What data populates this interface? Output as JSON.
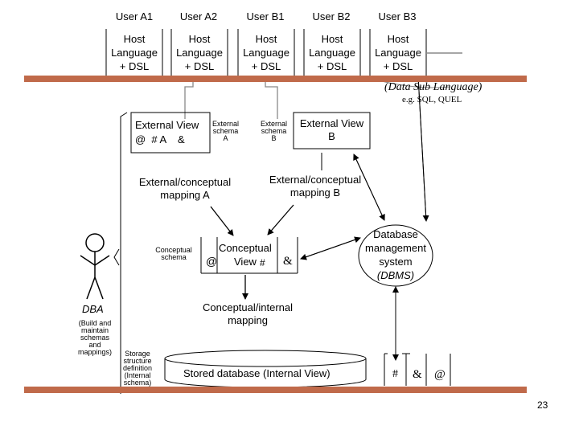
{
  "users": [
    "User A1",
    "User A2",
    "User B1",
    "User B2",
    "User B3"
  ],
  "host_line1": "Host",
  "host_line2": "Language",
  "host_line3": "+ DSL",
  "dsl_label": "(Data Sub Language)",
  "dsl_example": "e.g. SQL, QUEL",
  "ext_view_a": {
    "title": "External View",
    "symbols": "@  # A    &",
    "schema_1": "External",
    "schema_2": "schema",
    "schema_3": "A"
  },
  "ext_view_b": {
    "title_1": "External View",
    "title_2": "B",
    "schema_1": "External",
    "schema_2": "schema",
    "schema_3": "B"
  },
  "map_a": {
    "line1": "External/conceptual",
    "line2": "mapping A"
  },
  "map_b": {
    "line1": "External/conceptual",
    "line2": "mapping B"
  },
  "conceptual": {
    "schema_1": "Conceptual",
    "schema_2": "schema",
    "title": "Conceptual",
    "view": "View",
    "hash": "#",
    "at": "@",
    "amp": "&"
  },
  "dbms": {
    "l1": "Database",
    "l2": "management",
    "l3": "system",
    "l4": "(DBMS)"
  },
  "ci_map": {
    "line1": "Conceptual/internal",
    "line2": "mapping"
  },
  "dba": {
    "name": "DBA",
    "desc_1": "(Build and",
    "desc_2": "maintain",
    "desc_3": "schemas",
    "desc_4": "and",
    "desc_5": "mappings)"
  },
  "storage": {
    "l1": "Storage",
    "l2": "structure",
    "l3": "definition",
    "l4": "(Internal",
    "l5": "schema)"
  },
  "stored_db": "Stored database (Internal View)",
  "db_symbols": [
    "#",
    "&",
    "@"
  ],
  "page_number": "23",
  "colors": {
    "bar": "#c06a4a",
    "line": "#000000",
    "grey_line": "#888888"
  }
}
